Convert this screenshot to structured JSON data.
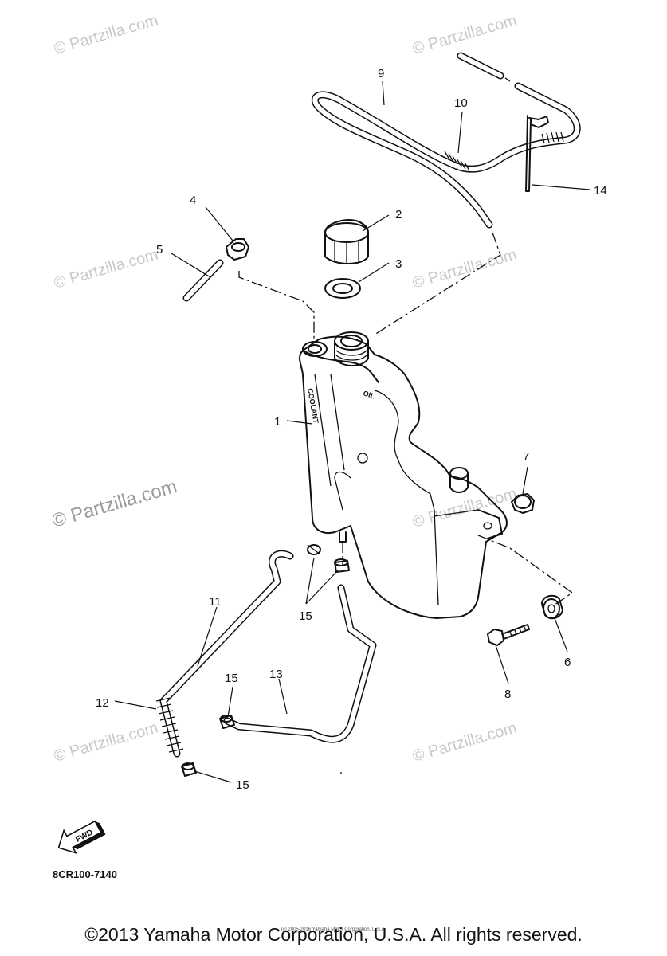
{
  "diagram_code": "8CR100-7140",
  "copyright": "©2013 Yamaha Motor Corporation, U.S.A. All rights reserved.",
  "small_copyright": "(c) 2005-2016 Yamaha Motor Corporation, U.S.A.",
  "watermark": "© Partzilla.com",
  "fwd_label": "FWD",
  "tank_labels": {
    "oil": "OIL",
    "coolant": "COOLANT"
  },
  "callouts": [
    {
      "id": "1",
      "label": "1"
    },
    {
      "id": "2",
      "label": "2"
    },
    {
      "id": "3",
      "label": "3"
    },
    {
      "id": "4",
      "label": "4"
    },
    {
      "id": "5",
      "label": "5"
    },
    {
      "id": "6",
      "label": "6"
    },
    {
      "id": "7",
      "label": "7"
    },
    {
      "id": "8",
      "label": "8"
    },
    {
      "id": "9",
      "label": "9"
    },
    {
      "id": "10",
      "label": "10"
    },
    {
      "id": "11",
      "label": "11"
    },
    {
      "id": "12",
      "label": "12"
    },
    {
      "id": "13",
      "label": "13"
    },
    {
      "id": "14",
      "label": "14"
    },
    {
      "id": "15a",
      "label": "15"
    },
    {
      "id": "15b",
      "label": "15"
    },
    {
      "id": "15c",
      "label": "15"
    }
  ]
}
